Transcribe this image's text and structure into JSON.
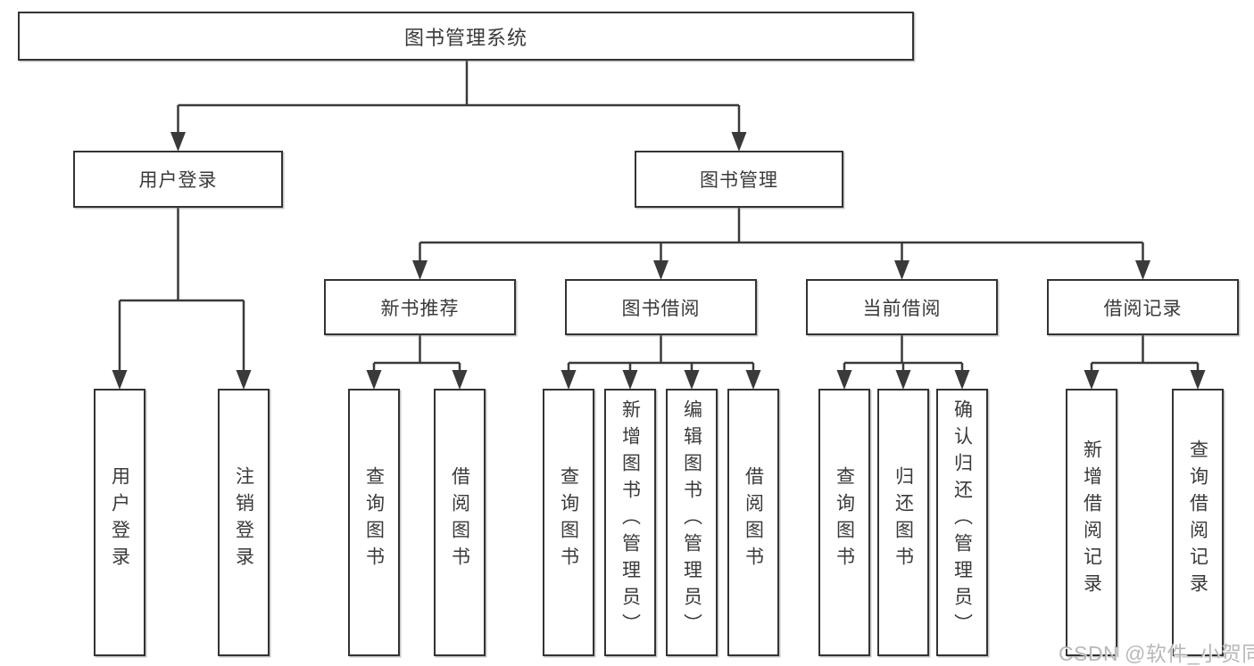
{
  "tree": {
    "label": "图书管理系统",
    "children": [
      {
        "label": "用户登录",
        "children": [
          {
            "label": "用户登录"
          },
          {
            "label": "注销登录"
          }
        ]
      },
      {
        "label": "图书管理",
        "children": [
          {
            "label": "新书推荐",
            "children": [
              {
                "label": "查询图书"
              },
              {
                "label": "借阅图书"
              }
            ]
          },
          {
            "label": "图书借阅",
            "children": [
              {
                "label": "查询图书"
              },
              {
                "label": "新增图书（管理员）"
              },
              {
                "label": "编辑图书（管理员）"
              },
              {
                "label": "借阅图书"
              }
            ]
          },
          {
            "label": "当前借阅",
            "children": [
              {
                "label": "查询图书"
              },
              {
                "label": "归还图书"
              },
              {
                "label": "确认归还（管理员）"
              }
            ]
          },
          {
            "label": "借阅记录",
            "children": [
              {
                "label": "新增借阅记录"
              },
              {
                "label": "查询借阅记录"
              }
            ]
          }
        ]
      }
    ]
  },
  "watermark": {
    "text": "CSDN @软件_小贺同学"
  },
  "colors": {
    "line": "#3a3a3a",
    "box_border": "#333333",
    "box_background": "#ffffff",
    "text": "#3a3a3a",
    "watermark_text": "#ababab",
    "page_background": "#ffffff"
  }
}
